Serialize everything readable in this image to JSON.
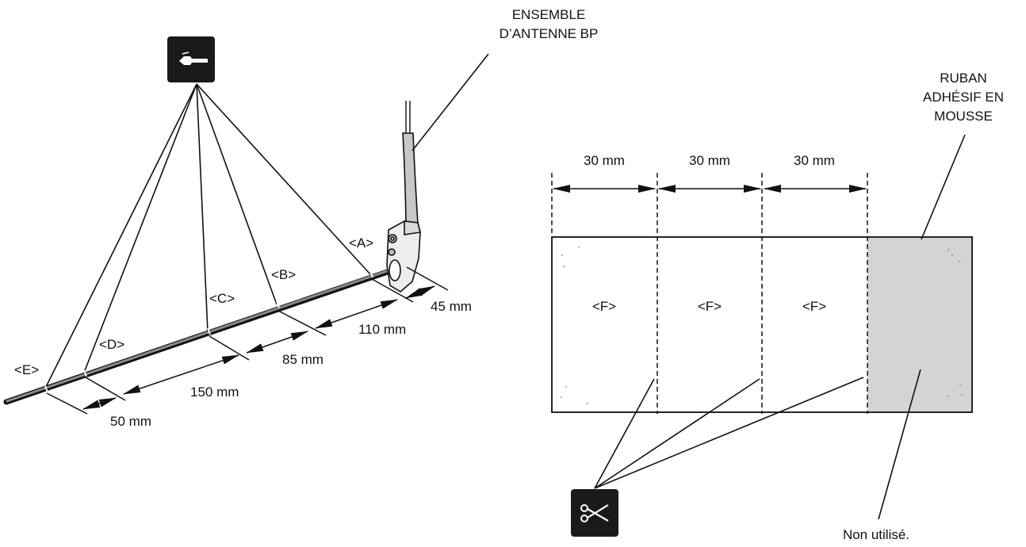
{
  "labels": {
    "antenna_assembly": [
      "ENSEMBLE",
      "D’ANTENNE BP"
    ],
    "foam_tape": [
      "RUBAN",
      "ADHÉSIF EN",
      "MOUSSE"
    ],
    "not_used": "Non utilisé.",
    "point_a": "<A>",
    "point_b": "<B>",
    "point_c": "<C>",
    "point_d": "<D>",
    "point_e": "<E>",
    "piece_f": "<F>"
  },
  "dimensions": {
    "a_offset": "45 mm",
    "a_to_b": "110 mm",
    "b_to_c": "85 mm",
    "c_to_d": "150 mm",
    "d_to_e": "50 mm",
    "tape_segment": "30 mm"
  },
  "tape_segments": 3,
  "icons": {
    "tape_application": "tape-application-icon",
    "scissors": "scissors-icon"
  },
  "colors": {
    "stroke": "#111111",
    "unused_fill": "#d4d4d4",
    "icon_bg": "#1a1a1a"
  }
}
